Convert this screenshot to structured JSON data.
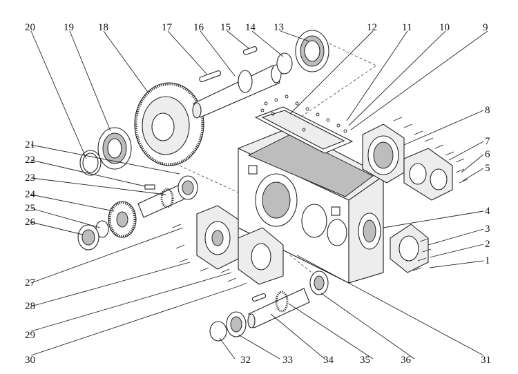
{
  "title": "",
  "part_numbers": [
    "1",
    "2",
    "3",
    "4",
    "5",
    "6",
    "7",
    "8",
    "9",
    "10",
    "11",
    "12",
    "13",
    "14",
    "15",
    "16",
    "17",
    "18",
    "19",
    "20",
    "21",
    "22",
    "23",
    "24",
    "25",
    "26",
    "27",
    "28",
    "29",
    "30",
    "31",
    "32",
    "33",
    "34",
    "35",
    "36"
  ]
}
